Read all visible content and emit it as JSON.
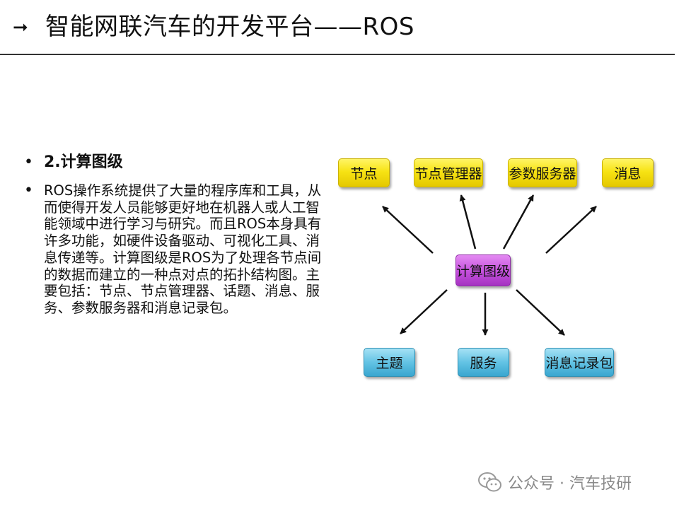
{
  "header": {
    "arrow_glyph": "➞",
    "title": "智能网联汽车的开发平台——ROS"
  },
  "content": {
    "heading": "2.计算图级",
    "body": "ROS操作系统提供了大量的程序库和工具，从而使得开发人员能够更好地在机器人或人工智能领域中进行学习与研究。而且ROS本身具有许多功能，如硬件设备驱动、可视化工具、消息传递等。计算图级是ROS为了处理各节点间的数据而建立的一种点对点的拓扑结构图。主要包括：节点、节点管理器、话题、消息、服务、参数服务器和消息记录包。"
  },
  "diagram": {
    "center": "计算图级",
    "top_nodes": [
      "节点",
      "节点管理器",
      "参数服务器",
      "消息"
    ],
    "bottom_nodes": [
      "主题",
      "服务",
      "消息记录包"
    ],
    "colors": {
      "top": "#f5e11a",
      "bottom": "#5bbfe2",
      "center": "#c44fdc"
    }
  },
  "watermark": {
    "icon": "wechat-icon",
    "text": "公众号 · 汽车技研"
  }
}
